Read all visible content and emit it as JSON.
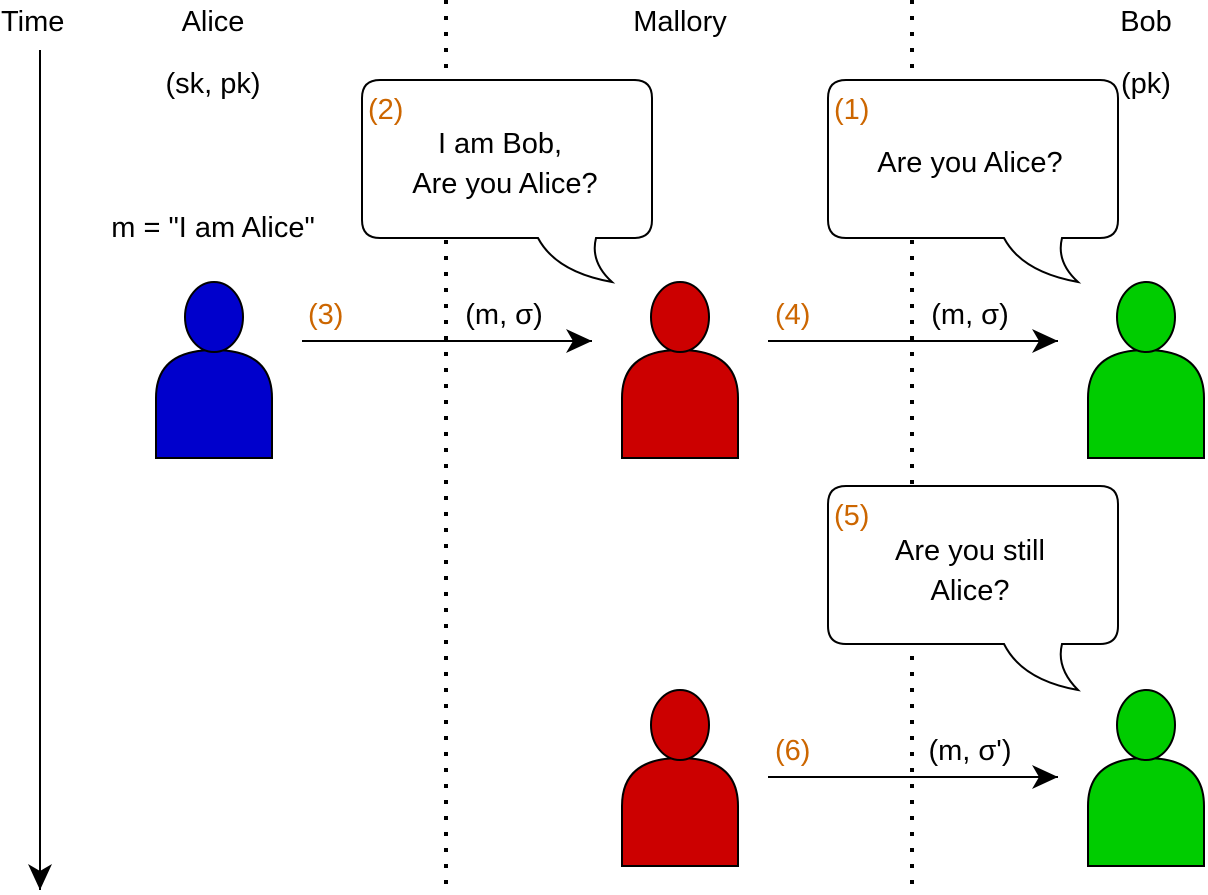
{
  "timeline": {
    "label": "Time"
  },
  "parties": {
    "alice": {
      "name": "Alice",
      "keys": "(sk, pk)",
      "message": "m = \"I am Alice\""
    },
    "mallory": {
      "name": "Mallory"
    },
    "bob": {
      "name": "Bob",
      "keys": "(pk)"
    }
  },
  "colors": {
    "alice": "#0000cc",
    "mallory": "#cc0000",
    "bob": "#00cc00",
    "step_label": "#cc6600"
  },
  "bubbles": {
    "step1": {
      "step": "(1)",
      "lines": [
        "Are you Alice?"
      ]
    },
    "step2": {
      "step": "(2)",
      "lines": [
        "I am Bob,",
        "Are you Alice?"
      ]
    },
    "step5": {
      "step": "(5)",
      "lines": [
        "Are you still",
        "Alice?"
      ]
    }
  },
  "arrows": {
    "step3": {
      "step": "(3)",
      "label": "(m, σ)"
    },
    "step4": {
      "step": "(4)",
      "label": "(m, σ)"
    },
    "step6": {
      "step": "(6)",
      "label": "(m, σ')"
    }
  }
}
